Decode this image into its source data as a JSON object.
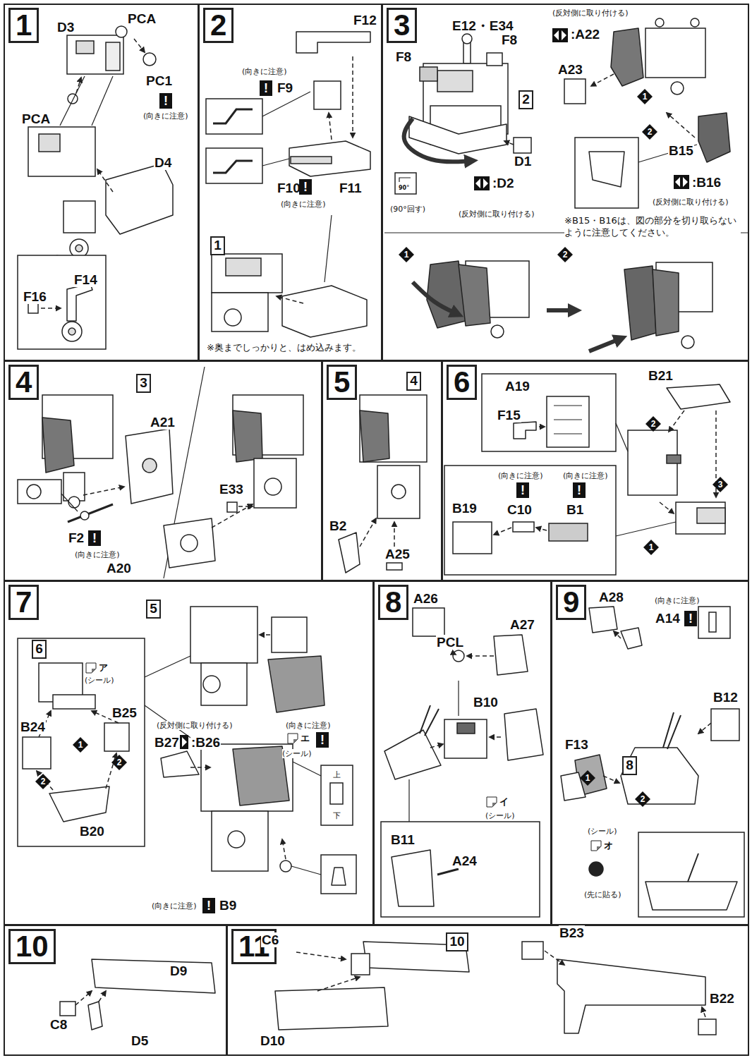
{
  "diagram": {
    "nodes": [
      {
        "text": [
          "1"
        ]
      },
      {
        "text": [
          "2"
        ]
      },
      {
        "text": [
          "1"
        ],
        "in": 1
      },
      {
        "text": [
          "3"
        ]
      },
      {
        "text": [
          "2"
        ],
        "in": 3
      },
      {
        "text": [
          "4"
        ]
      },
      {
        "text": [
          "3"
        ],
        "in": 5
      },
      {
        "text": [
          "5"
        ]
      },
      {
        "text": [
          "4"
        ],
        "in": 7
      },
      {
        "text": [
          "6"
        ]
      },
      {
        "text": [
          "7"
        ]
      },
      {
        "text": [
          "5"
        ],
        "in": 10
      },
      {
        "text": [
          "6"
        ],
        "in": 10
      },
      {
        "text": [
          "8"
        ]
      },
      {
        "text": [
          "9"
        ]
      },
      {
        "text": [
          "8"
        ],
        "in": 14
      },
      {
        "text": [
          "10"
        ]
      },
      {
        "text": [
          "11"
        ]
      },
      {
        "text": [
          "10"
        ],
        "in": 17
      }
    ],
    "labels": [
      "D3",
      "PCA",
      "PC1",
      "!",
      "(向きに注意)",
      "PCA",
      "D4",
      "F16",
      "F14",
      "F12",
      "(向きに注意)",
      "!",
      "F9",
      "F10",
      "!",
      "(向きに注意)",
      "F11",
      "※奥までしっかりと、はめ込みます。",
      "E12・E34",
      "F8",
      "F8",
      "(反対側に取り付ける)",
      ":A22",
      "A23",
      "1",
      "2",
      "D1",
      ":D2",
      "(反対側に取り付ける)",
      "90°",
      "(90°回す)",
      "B15",
      ":B16",
      "(反対側に取り付ける)",
      "※B15・B16は、図の部分を切り取らないように注意してください。",
      "1",
      "2",
      "A21",
      "F2",
      "!",
      "(向きに注意)",
      "E33",
      "A20",
      "B2",
      "A25",
      "A19",
      "F15",
      "B21",
      "2",
      "3",
      "1",
      "B19",
      "(向きに注意)",
      "!",
      "C10",
      "(向きに注意)",
      "!",
      "B1",
      "(シール)",
      "ア",
      "B24",
      "1",
      "B25",
      "2",
      "2",
      "B20",
      "(反対側に取り付ける)",
      "B27",
      ":B26",
      "(向きに注意)",
      "エ",
      "!",
      "(シール)",
      "上",
      "下",
      "(向きに注意)",
      "!",
      "B9",
      "A26",
      "PCL",
      "A27",
      "B10",
      "イ",
      "(シール)",
      "B11",
      "A24",
      "A28",
      "(向きに注意)",
      "A14",
      "!",
      "B12",
      "F13",
      "1",
      "2",
      "(シール)",
      "オ",
      "(先に貼る)",
      "D9",
      "C8",
      "D5",
      "C6",
      "D10",
      "B23",
      "B22"
    ]
  }
}
